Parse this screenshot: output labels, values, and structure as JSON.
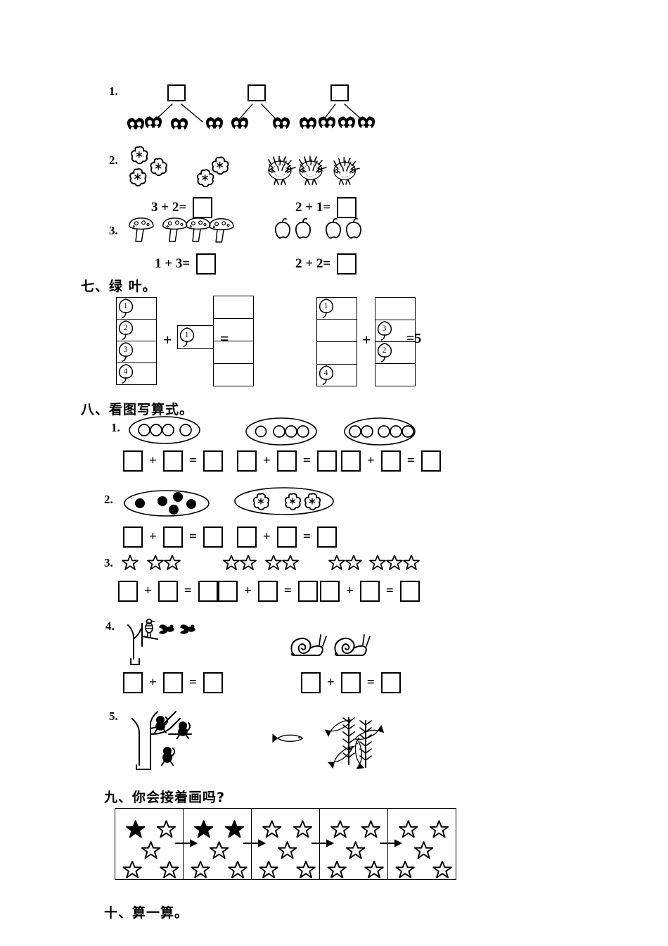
{
  "worksheet": {
    "language": "zh-CN",
    "subject_hint": "grade-1 addition within 5",
    "sections": [
      {
        "id": "section-top-exercises",
        "heading": "",
        "items": [
          {
            "number": "1.",
            "type": "number-bond-butterflies",
            "groups": [
              {
                "left_count": 2,
                "right_count": 1,
                "total_box": ""
              },
              {
                "left_count": 1,
                "right_count": 1,
                "total_box": ""
              },
              {
                "left_count": 1,
                "right_count": 4,
                "total_box": ""
              }
            ]
          },
          {
            "number": "2.",
            "type": "picture-addition",
            "problems": [
              {
                "picture": "flowers",
                "left_count": 3,
                "right_count": 2,
                "equation": "3 + 2=",
                "answer": ""
              },
              {
                "picture": "hedgehogs",
                "left_count": 2,
                "right_count": 1,
                "equation": "2 + 1=",
                "answer": ""
              }
            ]
          },
          {
            "number": "3.",
            "type": "picture-addition",
            "problems": [
              {
                "picture": "mushrooms",
                "left_count": 1,
                "right_count": 3,
                "equation": "1 + 3=",
                "answer": ""
              },
              {
                "picture": "apples",
                "left_count": 2,
                "right_count": 2,
                "equation": "2 + 2=",
                "answer": ""
              }
            ]
          }
        ]
      },
      {
        "id": "section-seven",
        "label": "七、",
        "title": "绿 叶。",
        "problems": [
          {
            "id": "leaf-problem-left",
            "left_column": [
              "1",
              "2",
              "3",
              "4"
            ],
            "plus": "+",
            "addend_box": [
              "1"
            ],
            "equals": "=",
            "result_column": [
              "",
              "",
              "",
              ""
            ],
            "result_value": ""
          },
          {
            "id": "leaf-problem-right",
            "left_column": [
              "1",
              "",
              "",
              "4"
            ],
            "plus": "+",
            "right_column": [
              "",
              "3",
              "2",
              ""
            ],
            "equals": "=5",
            "result_value": "5"
          }
        ]
      },
      {
        "id": "section-eight",
        "label": "八、",
        "title": "看图写算式。",
        "items": [
          {
            "number": "1.",
            "type": "circles-in-oval",
            "groups": [
              {
                "left_count": 3,
                "right_count": 1
              },
              {
                "left_count": 1,
                "right_count": 3
              },
              {
                "left_count": 2,
                "right_count": 3
              }
            ],
            "equation_template": {
              "plus": "+",
              "equals": "="
            }
          },
          {
            "number": "2.",
            "type": "dots-and-flowers-in-oval",
            "groups": [
              {
                "picture": "black-dots",
                "left_count": 1,
                "right_count": 4
              },
              {
                "picture": "flowers",
                "left_count": 1,
                "right_count": 2
              }
            ],
            "equation_template": {
              "plus": "+",
              "equals": "="
            }
          },
          {
            "number": "3.",
            "type": "stars",
            "groups": [
              {
                "left_count": 1,
                "right_count": 2
              },
              {
                "left_count": 2,
                "right_count": 2
              },
              {
                "left_count": 2,
                "right_count": 3
              }
            ],
            "equation_template": {
              "plus": "+",
              "equals": "="
            }
          },
          {
            "number": "4.",
            "type": "birds-and-snails",
            "groups": [
              {
                "picture": "tree-with-birds",
                "perched_count": 1,
                "flying_count": 2
              },
              {
                "picture": "snails",
                "left_count": 1,
                "right_count": 1
              }
            ],
            "equation_template": {
              "plus": "+",
              "equals": "="
            }
          },
          {
            "number": "5.",
            "type": "monkeys-and-fish",
            "groups": [
              {
                "picture": "tree-with-monkeys",
                "in_tree_count": 2,
                "on_ground_count": 1
              },
              {
                "picture": "fish-and-seaweed",
                "left_count": 1,
                "right_count": 4
              }
            ]
          }
        ]
      },
      {
        "id": "section-nine",
        "label": "九、",
        "title": "你会接着画吗?",
        "pattern": {
          "cells": [
            {
              "index": 1,
              "filled_positions": [
                "top-left"
              ],
              "total_stars": 5
            },
            {
              "index": 2,
              "filled_positions": [
                "top-left",
                "top-right"
              ],
              "total_stars": 5
            },
            {
              "index": 3,
              "filled_positions": [],
              "total_stars": 5
            },
            {
              "index": 4,
              "filled_positions": [],
              "total_stars": 5
            },
            {
              "index": 5,
              "filled_positions": [],
              "total_stars": 5
            }
          ],
          "arrow": "→"
        }
      },
      {
        "id": "section-ten",
        "label": "十、",
        "title": "算一算。"
      }
    ]
  }
}
